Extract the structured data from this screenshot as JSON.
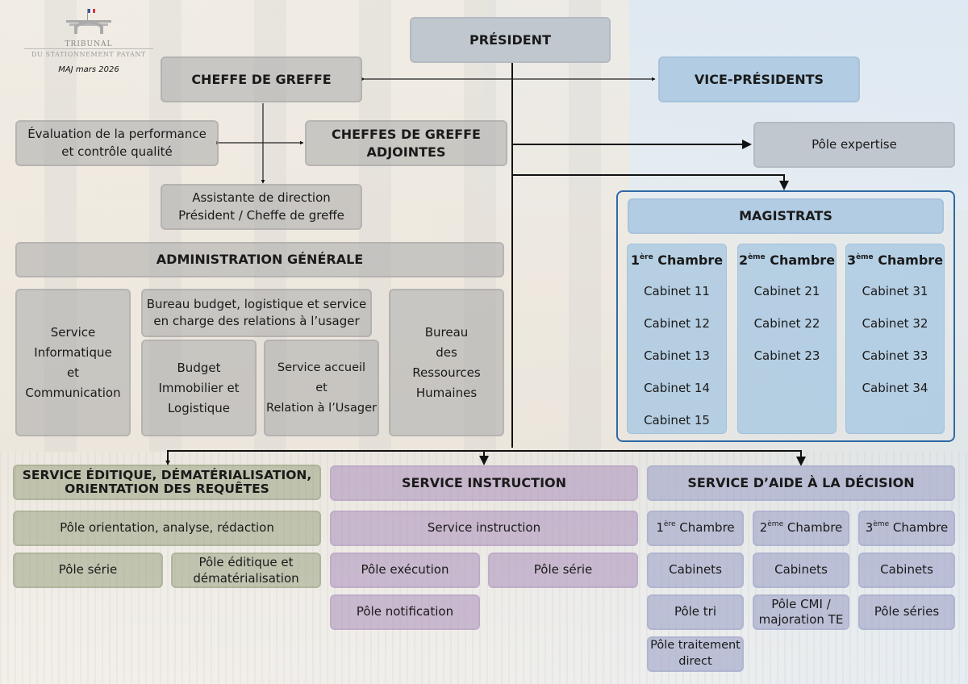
{
  "header": {
    "logo_line1": "TRIBUNAL",
    "logo_line2": "DU STATIONNEMENT PAYANT",
    "update_label": "MAJ mars 2026"
  },
  "colors": {
    "direction_box": "#c0c7cf",
    "magistrats_blue": "#b1cce3",
    "magistrats_frame": "#2e6aa4",
    "editique_green": "#919b78",
    "instruction_purple": "#af96be",
    "aide_decision_lavender": "#a0a5c8",
    "administration_gray": "#aaaaaa"
  },
  "top": {
    "president": "PRÉSIDENT",
    "cheffe_greffe": "CHEFFE DE GREFFE",
    "vice_presidents": "VICE-PRÉSIDENTS",
    "evaluation": [
      "Évaluation de la performance",
      "et contrôle qualité"
    ],
    "cheffes_adjointes": [
      "CHEFFES DE GREFFE",
      "ADJOINTES"
    ],
    "pole_expertise": "Pôle expertise",
    "assistante": [
      "Assistante de direction",
      "Président / Cheffe de greffe"
    ]
  },
  "administration": {
    "title": "ADMINISTRATION GÉNÉRALE",
    "sic": [
      "Service",
      "Informatique",
      "et",
      "Communication"
    ],
    "bureau_budget": [
      "Bureau budget, logistique et service",
      "en charge des relations à l’usager"
    ],
    "budget_immo": [
      "Budget",
      "Immobilier et",
      "Logistique"
    ],
    "accueil": [
      "Service accueil",
      "et",
      "Relation à l’Usager"
    ],
    "brh": [
      "Bureau",
      "des",
      "Ressources",
      "Humaines"
    ]
  },
  "magistrats": {
    "title": "MAGISTRATS",
    "chambers": [
      {
        "num": "1",
        "sup": "ère",
        "label": "Chambre",
        "cabinets": [
          "Cabinet 11",
          "Cabinet 12",
          "Cabinet 13",
          "Cabinet 14",
          "Cabinet 15"
        ]
      },
      {
        "num": "2",
        "sup": "ème",
        "label": "Chambre",
        "cabinets": [
          "Cabinet 21",
          "Cabinet 22",
          "Cabinet 23"
        ]
      },
      {
        "num": "3",
        "sup": "ème",
        "label": "Chambre",
        "cabinets": [
          "Cabinet 31",
          "Cabinet 32",
          "Cabinet 33",
          "Cabinet 34"
        ]
      }
    ]
  },
  "editique": {
    "title": [
      "SERVICE ÉDITIQUE, DÉMATÉRIALISATION,",
      "ORIENTATION DES REQUÊTES"
    ],
    "pole_orientation": "Pôle orientation, analyse, rédaction",
    "pole_serie": "Pôle série",
    "pole_editique": [
      "Pôle éditique et",
      "dématérialisation"
    ]
  },
  "instruction": {
    "title": "SERVICE INSTRUCTION",
    "service": "Service instruction",
    "pole_execution": "Pôle exécution",
    "pole_serie": "Pôle série",
    "pole_notification": "Pôle notification"
  },
  "aide_decision": {
    "title": "SERVICE D’AIDE À LA DÉCISION",
    "chambers": [
      {
        "num": "1",
        "sup": "ère",
        "label": "Chambre"
      },
      {
        "num": "2",
        "sup": "ème",
        "label": "Chambre"
      },
      {
        "num": "3",
        "sup": "ème",
        "label": "Chambre"
      }
    ],
    "cabinets": [
      "Cabinets",
      "Cabinets",
      "Cabinets"
    ],
    "pole_tri": "Pôle tri",
    "pole_cmi": [
      "Pôle CMI /",
      "majoration TE"
    ],
    "pole_series": "Pôle séries",
    "pole_traitement": [
      "Pôle traitement",
      "direct"
    ]
  }
}
